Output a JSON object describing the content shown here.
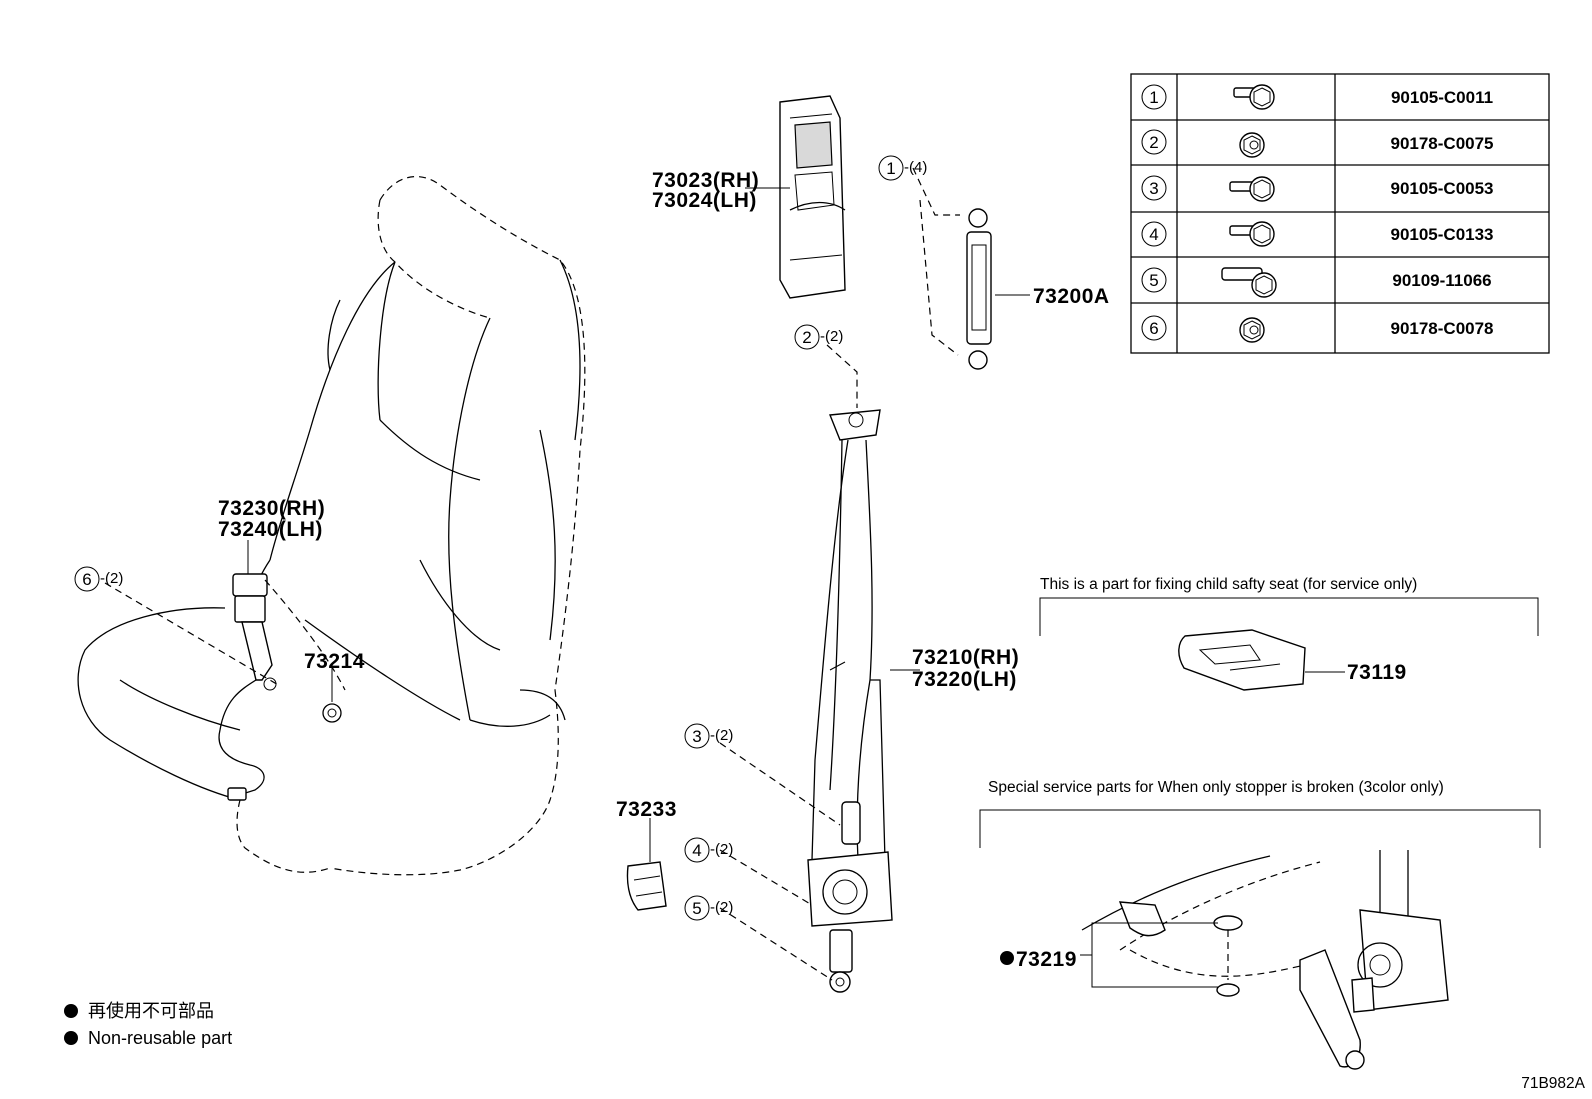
{
  "diagram_code": "71B982A",
  "parts": {
    "p73023": "73023(RH)",
    "p73024": "73024(LH)",
    "p73200A": "73200A",
    "p73230": "73230(RH)",
    "p73240": "73240(LH)",
    "p73214": "73214",
    "p73210": "73210(RH)",
    "p73220": "73220(LH)",
    "p73233": "73233",
    "p73119": "73119",
    "p73219": "73219"
  },
  "callouts": [
    {
      "num": "1",
      "qty": "-(4)"
    },
    {
      "num": "2",
      "qty": "-(2)"
    },
    {
      "num": "3",
      "qty": "-(2)"
    },
    {
      "num": "4",
      "qty": "-(2)"
    },
    {
      "num": "5",
      "qty": "-(2)"
    },
    {
      "num": "6",
      "qty": "-(2)"
    }
  ],
  "fastener_table": [
    {
      "num": "1",
      "part": "90105-C0011",
      "icon": "flange-bolt-icon"
    },
    {
      "num": "2",
      "part": "90178-C0075",
      "icon": "flange-nut-icon"
    },
    {
      "num": "3",
      "part": "90105-C0053",
      "icon": "flange-bolt-icon"
    },
    {
      "num": "4",
      "part": "90105-C0133",
      "icon": "flange-bolt-icon"
    },
    {
      "num": "5",
      "part": "90109-11066",
      "icon": "shoulder-bolt-icon"
    },
    {
      "num": "6",
      "part": "90178-C0078",
      "icon": "flange-nut-icon"
    }
  ],
  "notes": {
    "child_seat": "This is a part for fixing child safty seat (for service only)",
    "stopper": "Special service parts for When only stopper is broken (3color only)"
  },
  "legend": {
    "jp": "再使用不可部品",
    "en": "Non-reusable part"
  }
}
